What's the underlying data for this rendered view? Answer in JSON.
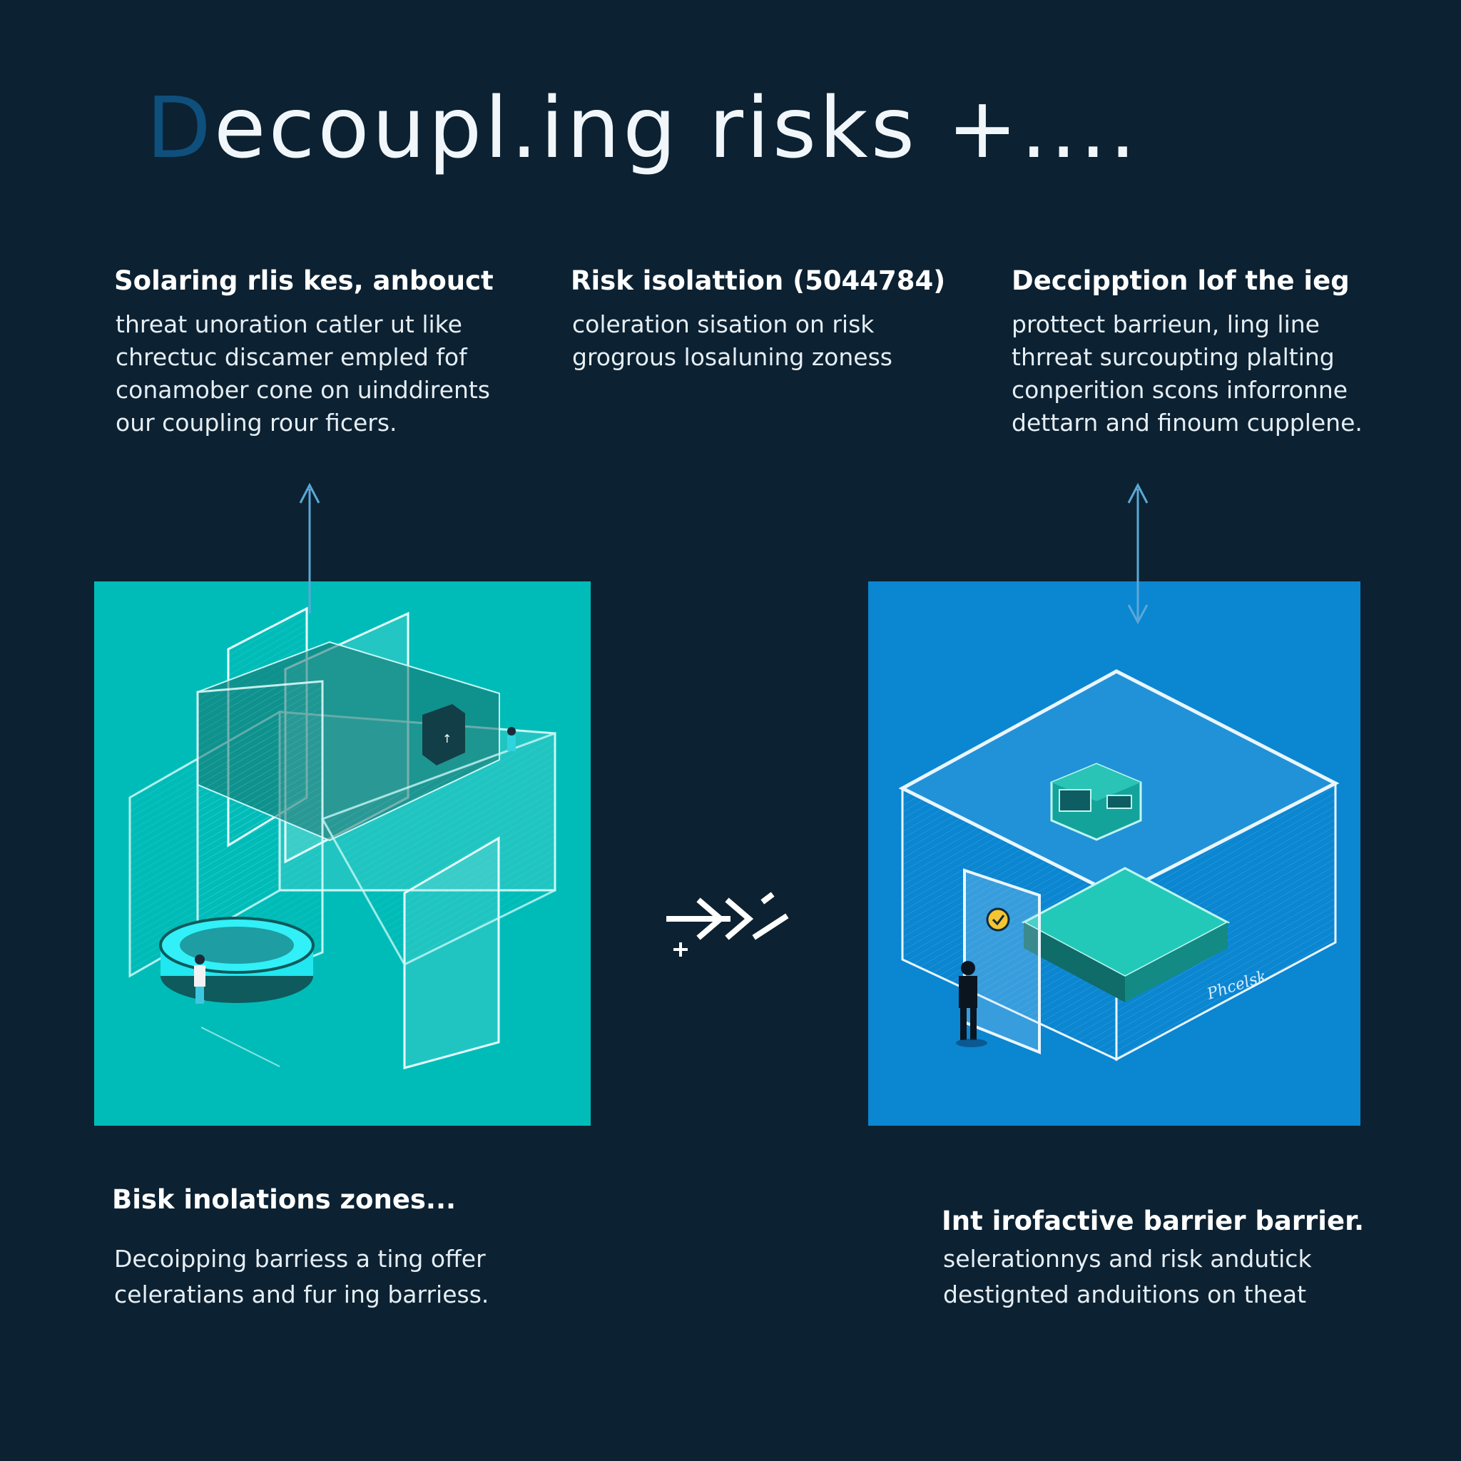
{
  "title": {
    "first_letter": "D",
    "rest": "ecoupl.ing risks +...."
  },
  "columns": [
    {
      "heading": "Solaring rlis kes, anbouct",
      "lines": [
        "threat unoration catler ut like",
        "chrectuc discamer empled fof",
        "conamober cone on uinddirents",
        "our coupling rour ficers."
      ]
    },
    {
      "heading": "Risk isolattion (5044784)",
      "lines": [
        "coleration sisation on risk",
        "grogrous losaluning zoness"
      ]
    },
    {
      "heading": "Deccipption lof the  ieg",
      "lines": [
        "prottect barrieun, ling line",
        "thrreat surcoupting plalting",
        "conperition scons inforronne",
        "dettarn and finoum cupplene."
      ]
    }
  ],
  "bottom_left": {
    "heading": "Bisk inolations zones...",
    "lines": [
      "Decoipping barriess a ting offer",
      "celeratians and fur ing  barriess."
    ]
  },
  "bottom_right": {
    "heading": "Int irofactive barrier  barrier.",
    "lines": [
      "selerationnys and risk andutick",
      "destignted anduitions on theat"
    ]
  },
  "panel_right_label": "Phcelsk",
  "colors": {
    "background": "#0c2131",
    "panel_left": "#00bcb8",
    "panel_right": "#0b86d1",
    "arrow": "#5aa8d6",
    "title_accent": "#0e4f7c"
  },
  "icons": [
    "up-arrow-icon",
    "double-arrow-icon",
    "transition-arrows-icon",
    "plus-icon",
    "checkmark-icon",
    "server-box-icon"
  ]
}
